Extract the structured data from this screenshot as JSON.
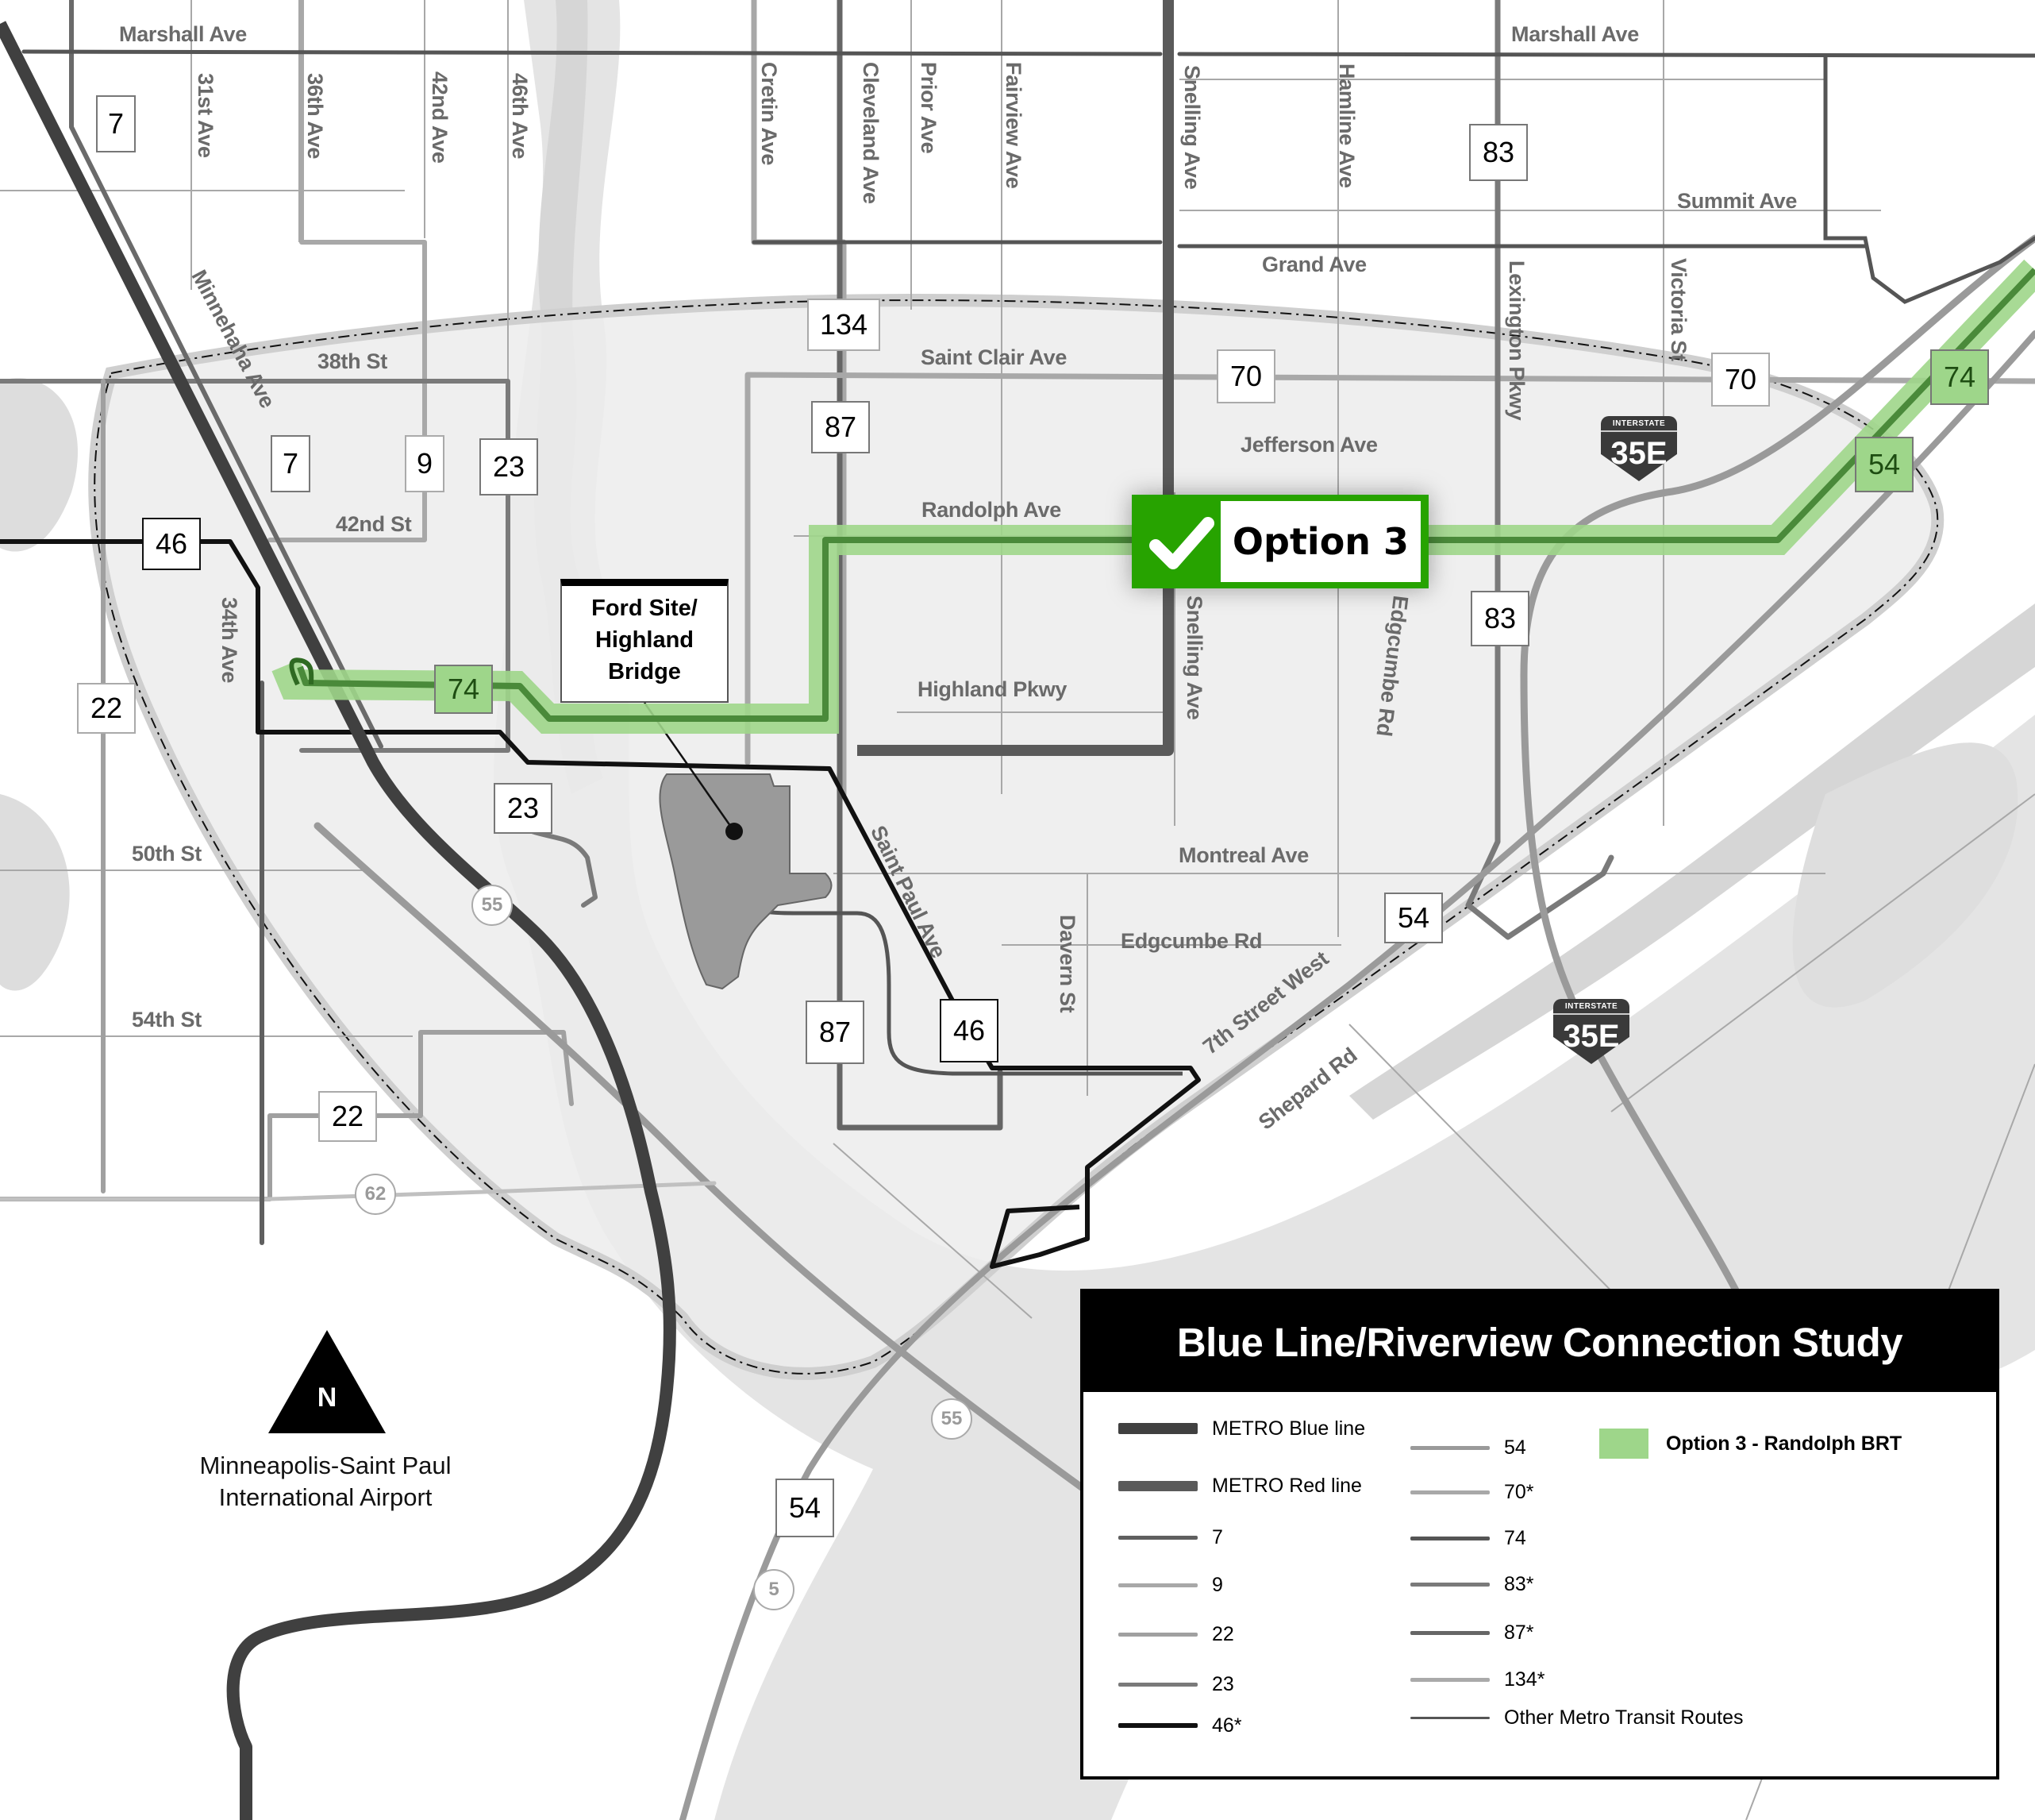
{
  "map": {
    "title": "Blue Line/Riverview Connection Study",
    "colors": {
      "option_green": "#27a300",
      "brt_corridor": "#9ed68a",
      "brt_line": "#4a8a3a",
      "blue_line": "#404040",
      "red_line": "#5a5a5a",
      "study_area": "#ececec",
      "river": "#dcdcdc"
    },
    "callouts": {
      "option": {
        "icon": "checkmark-icon",
        "label": "Option 3"
      },
      "ford_site": {
        "line1": "Ford Site/",
        "line2": "Highland",
        "line3": "Bridge"
      }
    },
    "streets": {
      "marshall_ave_w": "Marshall Ave",
      "marshall_ave_e": "Marshall Ave",
      "ave_31st": "31st Ave",
      "ave_36th": "36th Ave",
      "ave_42nd": "42nd Ave",
      "ave_46th": "46th Ave",
      "cretin": "Cretin Ave",
      "cleveland": "Cleveland Ave",
      "prior": "Prior Ave",
      "fairview": "Fairview Ave",
      "snelling_n": "Snelling Ave",
      "hamline": "Hamline Ave",
      "summit": "Summit Ave",
      "grand": "Grand Ave",
      "lexington": "Lexington Pkwy",
      "victoria": "Victoria St",
      "saint_clair": "Saint Clair Ave",
      "jefferson": "Jefferson Ave",
      "randolph": "Randolph Ave",
      "highland": "Highland Pkwy",
      "snelling_s": "Snelling Ave",
      "edgcumbe_v": "Edgcumbe Rd",
      "st_38th": "38th St",
      "minnehaha": "Minnehaha Ave",
      "st_42nd": "42nd St",
      "ave_34th": "34th Ave",
      "st_50th": "50th St",
      "st_54th": "54th St",
      "montreal": "Montreal Ave",
      "edgcumbe_h": "Edgcumbe Rd",
      "davern": "Davern St",
      "saint_paul": "Saint Paul Ave",
      "seventh": "7th Street West",
      "shepard": "Shepard Rd"
    },
    "route_markers": [
      {
        "id": "r7a",
        "label": "7"
      },
      {
        "id": "r7b",
        "label": "7"
      },
      {
        "id": "r9",
        "label": "9"
      },
      {
        "id": "r23a",
        "label": "23"
      },
      {
        "id": "r46a",
        "label": "46"
      },
      {
        "id": "r22a",
        "label": "22"
      },
      {
        "id": "r74a",
        "label": "74"
      },
      {
        "id": "r23b",
        "label": "23"
      },
      {
        "id": "r22b",
        "label": "22"
      },
      {
        "id": "r134",
        "label": "134"
      },
      {
        "id": "r87a",
        "label": "87"
      },
      {
        "id": "r70a",
        "label": "70"
      },
      {
        "id": "r70b",
        "label": "70"
      },
      {
        "id": "r83a",
        "label": "83"
      },
      {
        "id": "r83b",
        "label": "83"
      },
      {
        "id": "r74b",
        "label": "74"
      },
      {
        "id": "r54a",
        "label": "54"
      },
      {
        "id": "r54b",
        "label": "54"
      },
      {
        "id": "r87b",
        "label": "87"
      },
      {
        "id": "r46b",
        "label": "46"
      },
      {
        "id": "r54c",
        "label": "54"
      }
    ],
    "highways": {
      "h55a": "55",
      "h55b": "55",
      "h62": "62",
      "h5": "5",
      "i35e_top": "INTERSTATE",
      "i35e_num": "35E"
    },
    "north_arrow": {
      "icon": "north-arrow-icon",
      "label": "N"
    },
    "airport": {
      "line1": "Minneapolis-Saint Paul",
      "line2": "International Airport"
    }
  },
  "legend": {
    "title": "Blue Line/Riverview Connection Study",
    "col1": [
      {
        "label": "METRO Blue line",
        "color": "#404040",
        "weight": 14
      },
      {
        "label": "METRO Red line",
        "color": "#5a5a5a",
        "weight": 12
      },
      {
        "label": "7",
        "color": "#5f5f5f",
        "weight": 5
      },
      {
        "label": "9",
        "color": "#a8a8a8",
        "weight": 5
      },
      {
        "label": "22",
        "color": "#a0a0a0",
        "weight": 5
      },
      {
        "label": "23",
        "color": "#7a7a7a",
        "weight": 5
      },
      {
        "label": "46*",
        "color": "#111111",
        "weight": 6
      }
    ],
    "col2": [
      {
        "label": "54",
        "color": "#9a9a9a",
        "weight": 5
      },
      {
        "label": "70*",
        "color": "#a8a8a8",
        "weight": 5
      },
      {
        "label": "74",
        "color": "#555555",
        "weight": 5
      },
      {
        "label": "83*",
        "color": "#7a7a7a",
        "weight": 5
      },
      {
        "label": "87*",
        "color": "#666666",
        "weight": 5
      },
      {
        "label": "134*",
        "color": "#aaaaaa",
        "weight": 5
      },
      {
        "label": "Other Metro Transit Routes",
        "color": "#555555",
        "weight": 3
      }
    ],
    "option": {
      "label": "Option 3 - Randolph BRT",
      "color": "#9ed68a"
    }
  }
}
